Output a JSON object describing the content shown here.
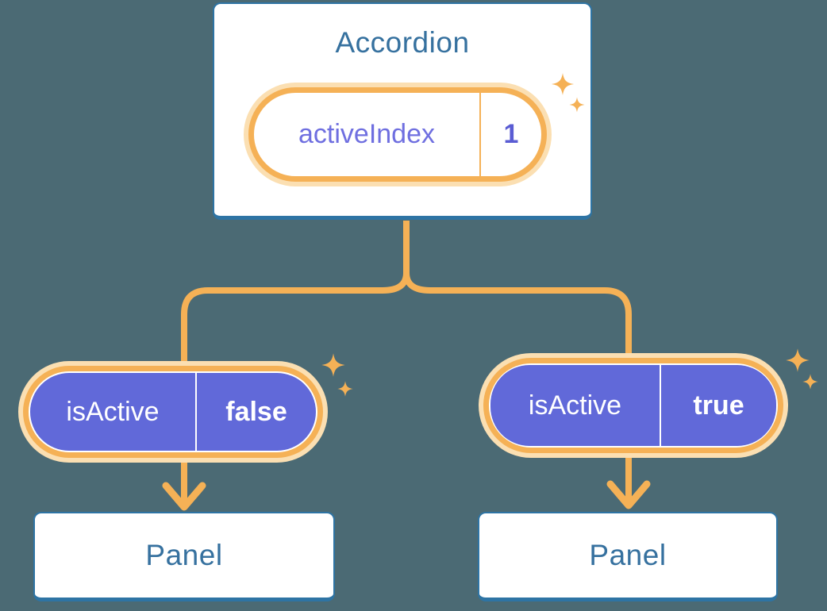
{
  "canvas": {
    "background": "#4B6A74"
  },
  "palette": {
    "accent_orange": "#F5B156",
    "halo_orange": "#FBDFB2",
    "pill_purple": "#6169D9",
    "state_label_purple": "#6F6FE0",
    "state_value_purple": "#5A5CD3",
    "heading_blue": "#36719F",
    "box_border_blue": "#2E74A4",
    "box_fill": "#FFFFFF",
    "prop_text": "#FFFFFF"
  },
  "diagram": {
    "root": {
      "title": "Accordion",
      "state": {
        "label": "activeIndex",
        "value": "1"
      }
    },
    "children": [
      {
        "prop": {
          "label": "isActive",
          "value": "false"
        },
        "box": "Panel"
      },
      {
        "prop": {
          "label": "isActive",
          "value": "true"
        },
        "box": "Panel"
      }
    ]
  }
}
